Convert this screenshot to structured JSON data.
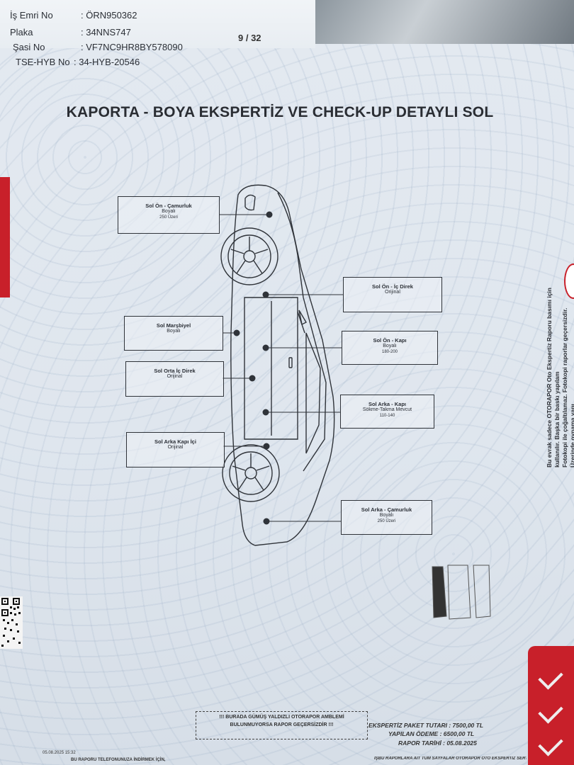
{
  "header": {
    "fields": [
      {
        "label": "İş Emri No",
        "value": ": ÖRN950362"
      },
      {
        "label": "Plaka",
        "value": ": 34NNS747"
      },
      {
        "label": "Şasi No",
        "value": ": VF7NC9HR8BY578090"
      },
      {
        "label": "TSE-HYB No",
        "value": ": 34-HYB-20546"
      }
    ],
    "page": "9 / 32"
  },
  "title": "KAPORTA - BOYA EKSPERTİZ VE CHECK-UP DETAYLI SOL",
  "parts": [
    {
      "name": "Sol Ön - Çamurluk",
      "status": "Boyalı",
      "extra": "250 Üzeri"
    },
    {
      "name": "Sol Ön - İç Direk",
      "status": "Orijinal",
      "extra": ""
    },
    {
      "name": "Sol Marşbiyel",
      "status": "Boyalı",
      "extra": ""
    },
    {
      "name": "Sol Ön - Kapı",
      "status": "Boyalı",
      "extra": "180-200"
    },
    {
      "name": "Sol Orta İç Direk",
      "status": "Orijinal",
      "extra": ""
    },
    {
      "name": "Sol Arka - Kapı",
      "status": "Sökme-Takma Mevcut",
      "extra": "110-140"
    },
    {
      "name": "Sol Arka Kapı İçi",
      "status": "Orijinal",
      "extra": ""
    },
    {
      "name": "Sol Arka - Çamurluk",
      "status": "Boyalı",
      "extra": "250 Üzeri"
    }
  ],
  "side_note": {
    "line1": "Bu evrak sadece OTORAPOR Oto Ekspertiz Raporu basımı için kullanılır. Başka bir baskı yapılam",
    "line2": "Fotokopi ile çoğaltılamaz. Fotokopi raporlar geçersizdir. Üzerinde oynama yapı"
  },
  "notice": {
    "line1": "!!! BURADA GÜMÜŞ YALDIZLI OTORAPOR AMBLEMİ",
    "line2": "BULUNMUYORSA RAPOR GEÇERSİZDİR !!!"
  },
  "fees": {
    "package_label": "EKSPERTİZ PAKET TUTARI :",
    "package_value": "7500,00 TL",
    "paid_label": "YAPILAN ÖDEME :",
    "paid_value": "6500,00 TL",
    "date_label": "RAPOR TARİHİ :",
    "date_value": "05.08.2025"
  },
  "footer": {
    "timestamp": "05.08.2025 15:32",
    "download": "BU RAPORU TELEFONUNUZA İNDİRMEK İÇİN,",
    "cert": "İŞBU RAPORLARA AİT TÜM SAYFALAR OTORAPOR OTO EKSPERTİZ SERTİFİKASI"
  }
}
